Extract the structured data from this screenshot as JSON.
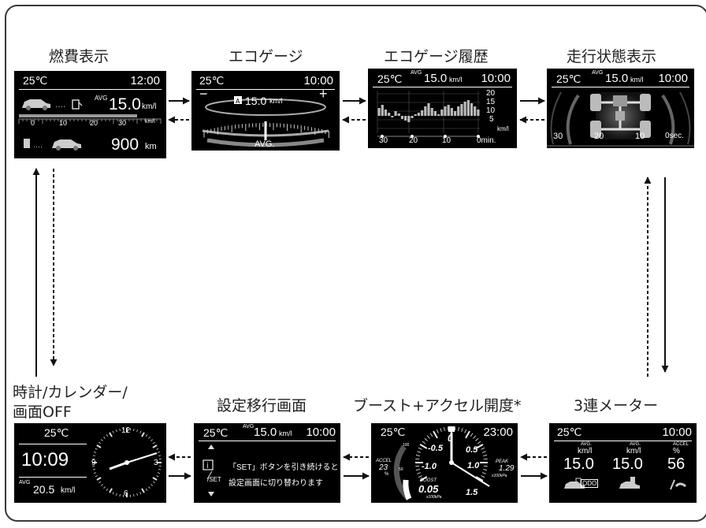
{
  "titles": {
    "fuel": "燃費表示",
    "eco": "エコゲージ",
    "eco_history": "エコゲージ履歴",
    "driving": "走行状態表示",
    "clock": "時計/カレンダー/\n画面OFF",
    "settings": "設定移行画面",
    "boost": "ブースト+アクセル開度*",
    "meter3": "3連メーター"
  },
  "fuel": {
    "temp": "25℃",
    "time": "12:00",
    "avg_badge": "AVG",
    "value": "15.0",
    "unit": "km/l",
    "ticks": [
      "0",
      "10",
      "20",
      "30",
      "km/l"
    ],
    "range": "900",
    "range_unit": "km"
  },
  "eco": {
    "temp": "25℃",
    "time": "10:00",
    "minus": "−",
    "plus": "+",
    "value": "15.0",
    "unit": "km/l",
    "avg": "AVG."
  },
  "history": {
    "temp": "25℃",
    "avg_badge": "AVG",
    "value": "15.0",
    "unit": "km/l",
    "time": "10:00",
    "y_ticks": [
      "20",
      "15",
      "10",
      "5"
    ],
    "y_unit": "km/l",
    "x_ticks": [
      "30",
      "20",
      "10",
      "0min."
    ]
  },
  "driving": {
    "temp": "25℃",
    "avg_badge": "AVG",
    "value": "15.0",
    "unit": "km/l",
    "time": "10:00",
    "x_ticks": [
      "30",
      "20",
      "10",
      "0sec."
    ]
  },
  "clock": {
    "temp": "25℃",
    "time": "10:09",
    "avg_badge": "AVG",
    "value": "20.5",
    "unit": "km/l",
    "numerals": [
      "12",
      "3",
      "6",
      "9"
    ]
  },
  "settings": {
    "temp": "25℃",
    "avg_badge": "AVG",
    "value": "15.0",
    "unit": "km/l",
    "time": "10:00",
    "set_label": "/SET",
    "message_line1": "「SET」ボタンを引き続けると",
    "message_line2": "設定画面に切り替わります"
  },
  "boost": {
    "temp": "25℃",
    "time": "23:00",
    "scale": [
      "-0.5",
      "0",
      "0.5",
      "-1.0",
      "1.0",
      "1.5"
    ],
    "accel_label": "ACCEL",
    "accel_value": "23",
    "accel_unit": "%",
    "accel_scale": [
      "100",
      "50",
      "0"
    ],
    "peak_label": "PEAK",
    "peak_value": "1.29",
    "peak_unit": "x100kPa",
    "boost_label": "BOOST",
    "boost_value": "0.05",
    "boost_unit": "x100kPa"
  },
  "meter3": {
    "temp": "25℃",
    "time": "10:00",
    "gauges": [
      {
        "label": "AVG.",
        "unit": "km/l",
        "value": "15.0",
        "icon": "car-odo-icon",
        "icon_text": "ODO"
      },
      {
        "label": "AVG.",
        "unit": "km/l",
        "value": "15.0",
        "icon": "fuel-pump-car-icon",
        "icon_text": ""
      },
      {
        "label": "ACCEL",
        "unit": "%",
        "value": "56",
        "icon": "accel-pedal-icon",
        "icon_text": ""
      }
    ]
  }
}
